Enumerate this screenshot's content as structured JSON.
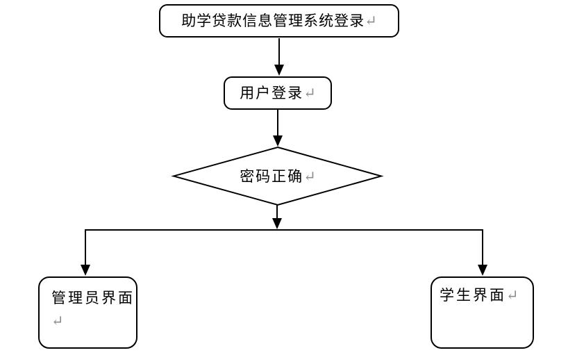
{
  "flowchart": {
    "background_color": "#ffffff",
    "line_color": "#000000",
    "text_color": "#000000",
    "return_mark": "↵",
    "return_mark_color": "#8c8c8c",
    "nodes": {
      "start": {
        "label": "助学贷款信息管理系统登录",
        "shape": "rounded-rectangle"
      },
      "user_login": {
        "label": "用户登录",
        "shape": "rounded-rectangle"
      },
      "password_check": {
        "label": "密码正确",
        "shape": "diamond"
      },
      "admin_ui": {
        "label": "管理员界面",
        "shape": "rounded-rectangle"
      },
      "student_ui": {
        "label": "学生界面",
        "shape": "rounded-rectangle"
      }
    },
    "edges": [
      {
        "from": "start",
        "to": "user_login"
      },
      {
        "from": "user_login",
        "to": "password_check"
      },
      {
        "from": "password_check",
        "to": "admin_ui"
      },
      {
        "from": "password_check",
        "to": "student_ui"
      }
    ]
  }
}
